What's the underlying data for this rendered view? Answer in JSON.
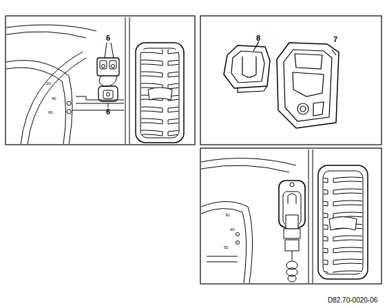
{
  "diagram": {
    "labels": [
      "6",
      "6",
      "8",
      "7",
      "20",
      "40",
      "60",
      "30",
      "40",
      "50",
      "D82.70-0020-06"
    ]
  }
}
